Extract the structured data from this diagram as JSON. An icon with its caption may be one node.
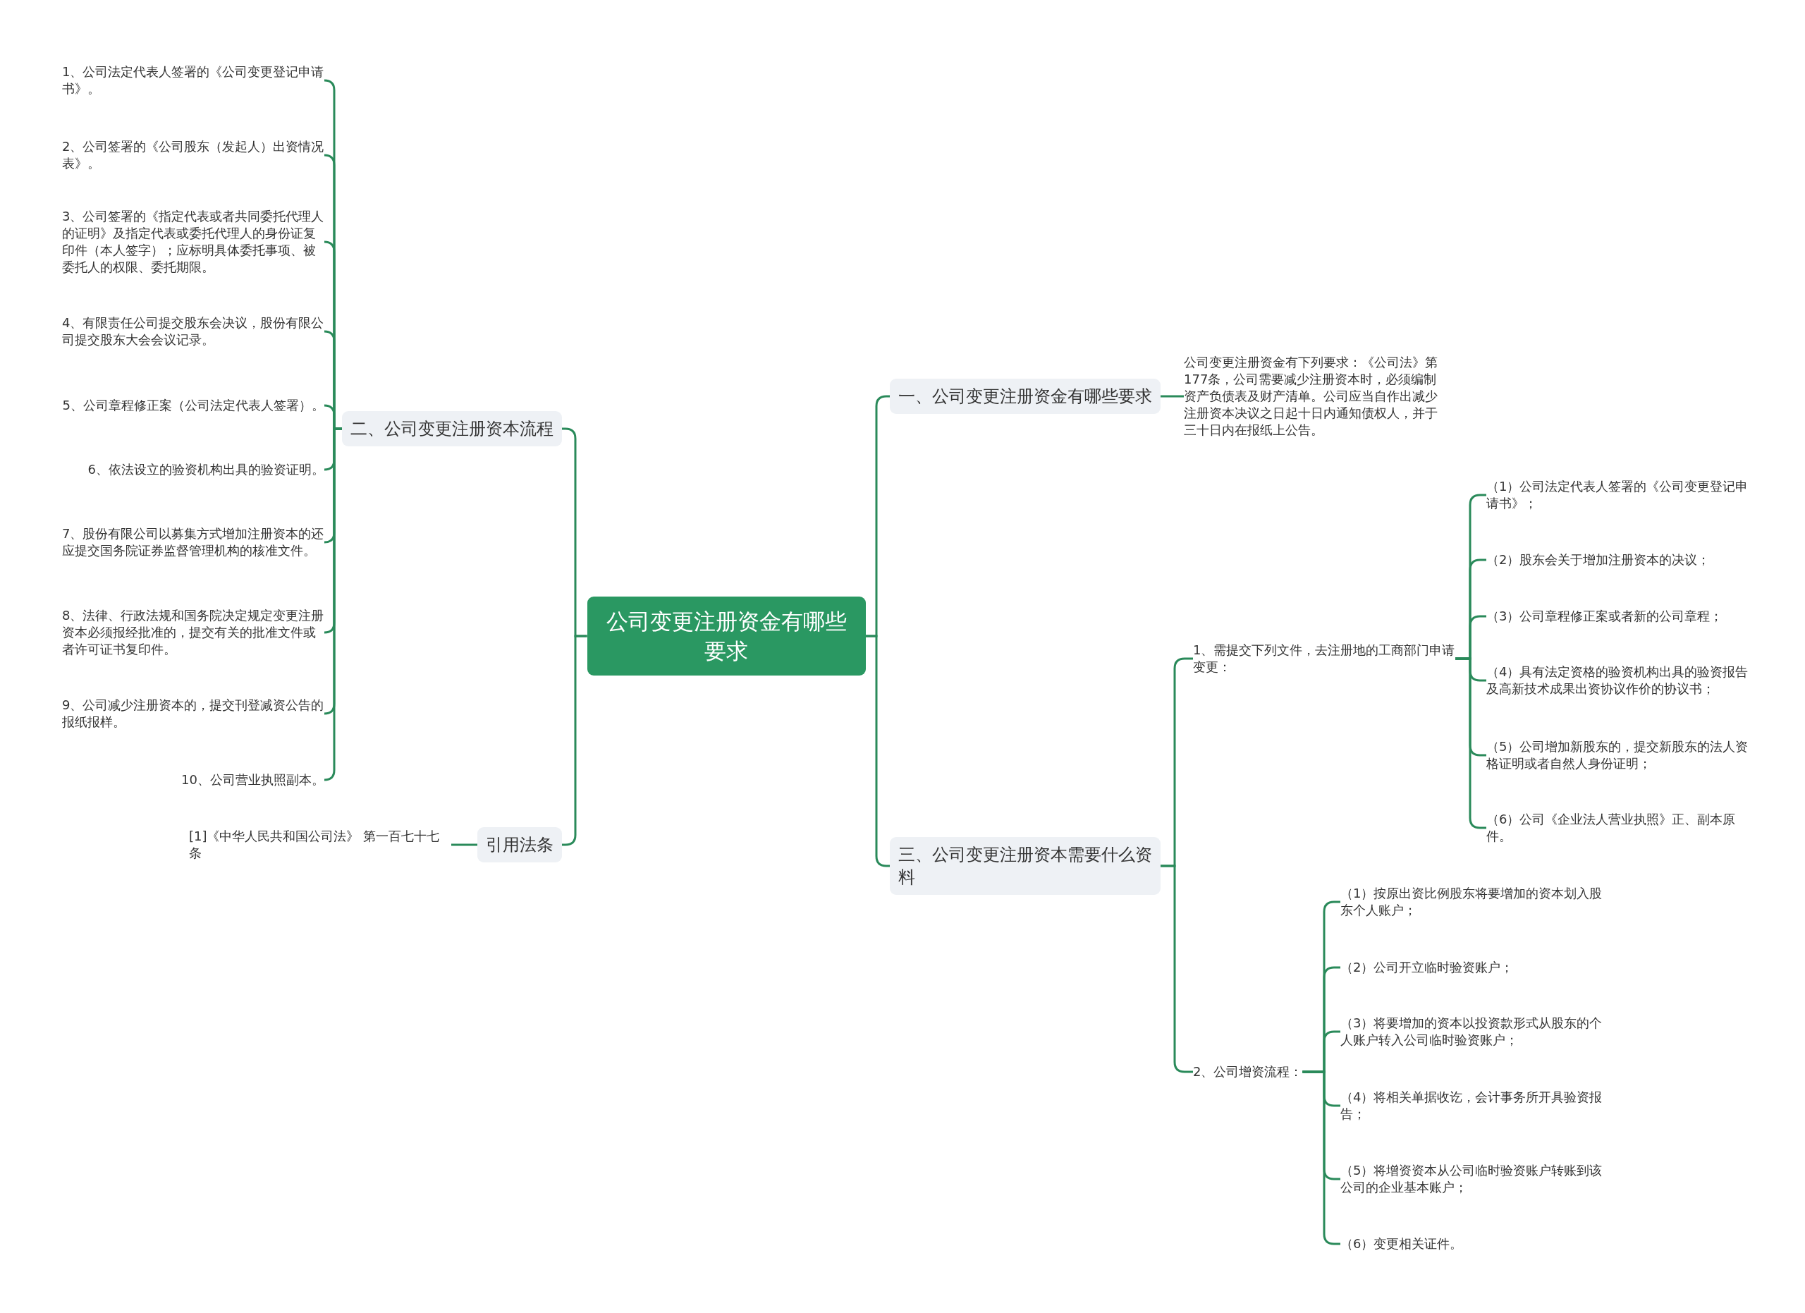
{
  "diagram": {
    "nodes": [
      {
        "text": [
          "公司变更注册资金有哪些要求"
        ]
      },
      {
        "text": [
          "二、公司变更注册资本流程"
        ]
      },
      {
        "text": [
          "1、公司法定代表人签署的《公司变更登记申请书》。"
        ]
      },
      {
        "text": [
          "2、公司签署的《公司股东（发起人）出资情况表》。"
        ]
      },
      {
        "text": [
          "3、公司签署的《指定代表或者共同委托代理人的证明》及指定代表或委托代理人的身份证复印件（本人签字）；应标明具体委托事项、被委托人的权限、委托期限。"
        ]
      },
      {
        "text": [
          "4、有限责任公司提交股东会决议，股份有限公司提交股东大会会议记录。"
        ]
      },
      {
        "text": [
          "5、公司章程修正案（公司法定代表人签署）。"
        ]
      },
      {
        "text": [
          "6、依法设立的验资机构出具的验资证明。"
        ]
      },
      {
        "text": [
          "7、股份有限公司以募集方式增加注册资本的还应提交国务院证券监督管理机构的核准文件。"
        ]
      },
      {
        "text": [
          "8、法律、行政法规和国务院决定规定变更注册资本必须报经批准的，提交有关的批准文件或者许可证书复印件。"
        ]
      },
      {
        "text": [
          "9、公司减少注册资本的，提交刊登减资公告的报纸报样。"
        ]
      },
      {
        "text": [
          "10、公司营业执照副本。"
        ]
      },
      {
        "text": [
          "引用法条"
        ]
      },
      {
        "text": [
          "[1]《中华人民共和国公司法》 第一百七十七条"
        ]
      },
      {
        "text": [
          "一、公司变更注册资金有哪些要求"
        ]
      },
      {
        "text": [
          "公司变更注册资金有下列要求：《公司法》第177条，公司需要减少注册资本时，必须编制资产负债表及财产清单。公司应当自作出减少注册资本决议之日起十日内通知债权人，并于三十日内在报纸上公告。"
        ]
      },
      {
        "text": [
          "三、公司变更注册资本需要什么资料"
        ]
      },
      {
        "text": [
          "1、需提交下列文件，去注册地的工商部门申请变更："
        ]
      },
      {
        "text": [
          "（1）公司法定代表人签署的《公司变更登记申请书》；"
        ]
      },
      {
        "text": [
          "（2）股东会关于增加注册资本的决议；"
        ]
      },
      {
        "text": [
          "（3）公司章程修正案或者新的公司章程；"
        ]
      },
      {
        "text": [
          "（4）具有法定资格的验资机构出具的验资报告及高新技术成果出资协议作价的协议书；"
        ]
      },
      {
        "text": [
          "（5）公司增加新股东的，提交新股东的法人资格证明或者自然人身份证明；"
        ]
      },
      {
        "text": [
          "（6）公司《企业法人营业执照》正、副本原件。"
        ]
      },
      {
        "text": [
          "2、公司增资流程："
        ]
      },
      {
        "text": [
          "（1）按原出资比例股东将要增加的资本划入股东个人账户；"
        ]
      },
      {
        "text": [
          "（2）公司开立临时验资账户；"
        ]
      },
      {
        "text": [
          "（3）将要增加的资本以投资款形式从股东的个人账户转入公司临时验资账户；"
        ]
      },
      {
        "text": [
          "（4）将相关单据收讫，会计事务所开具验资报告；"
        ]
      },
      {
        "text": [
          "（5）将增资资本从公司临时验资账户转账到该公司的企业基本账户；"
        ]
      },
      {
        "text": [
          "（6）变更相关证件。"
        ]
      }
    ],
    "edges": [
      {
        "from": 0,
        "to": 1,
        "arrow": "none"
      },
      {
        "from": 1,
        "to": 2,
        "arrow": "none"
      },
      {
        "from": 1,
        "to": 3,
        "arrow": "none"
      },
      {
        "from": 1,
        "to": 4,
        "arrow": "none"
      },
      {
        "from": 1,
        "to": 5,
        "arrow": "none"
      },
      {
        "from": 1,
        "to": 6,
        "arrow": "none"
      },
      {
        "from": 1,
        "to": 7,
        "arrow": "none"
      },
      {
        "from": 1,
        "to": 8,
        "arrow": "none"
      },
      {
        "from": 1,
        "to": 9,
        "arrow": "none"
      },
      {
        "from": 1,
        "to": 10,
        "arrow": "none"
      },
      {
        "from": 1,
        "to": 11,
        "arrow": "none"
      },
      {
        "from": 0,
        "to": 12,
        "arrow": "none"
      },
      {
        "from": 12,
        "to": 13,
        "arrow": "none"
      },
      {
        "from": 0,
        "to": 14,
        "arrow": "none"
      },
      {
        "from": 14,
        "to": 15,
        "arrow": "none"
      },
      {
        "from": 0,
        "to": 16,
        "arrow": "none"
      },
      {
        "from": 16,
        "to": 17,
        "arrow": "none"
      },
      {
        "from": 17,
        "to": 18,
        "arrow": "none"
      },
      {
        "from": 17,
        "to": 19,
        "arrow": "none"
      },
      {
        "from": 17,
        "to": 20,
        "arrow": "none"
      },
      {
        "from": 17,
        "to": 21,
        "arrow": "none"
      },
      {
        "from": 17,
        "to": 22,
        "arrow": "none"
      },
      {
        "from": 17,
        "to": 23,
        "arrow": "none"
      },
      {
        "from": 16,
        "to": 24,
        "arrow": "none"
      },
      {
        "from": 24,
        "to": 25,
        "arrow": "none"
      },
      {
        "from": 24,
        "to": 26,
        "arrow": "none"
      },
      {
        "from": 24,
        "to": 27,
        "arrow": "none"
      },
      {
        "from": 24,
        "to": 28,
        "arrow": "none"
      },
      {
        "from": 24,
        "to": 29,
        "arrow": "none"
      },
      {
        "from": 24,
        "to": 30,
        "arrow": "none"
      }
    ]
  }
}
